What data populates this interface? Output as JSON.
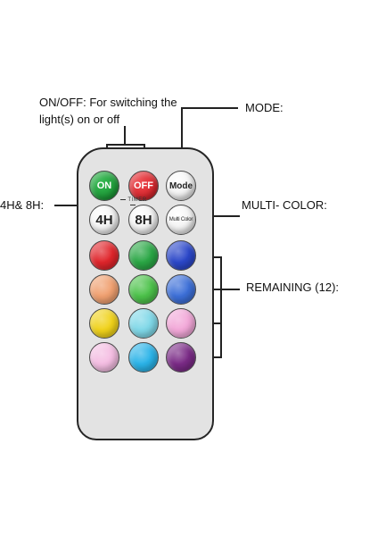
{
  "callouts": {
    "onoff": "ON/OFF: For switching the light(s) on or off",
    "mode": "MODE:",
    "timer": "4H& 8H:",
    "multi_color": "MULTI- COLOR:",
    "remaining": "REMAINING (12):"
  },
  "buttons": {
    "on": "ON",
    "off": "OFF",
    "mode": "Mode",
    "timer_4h": "4H",
    "timer_8h": "8H",
    "multi_color": "Multi Color",
    "timer_group": "TIMER"
  },
  "colors": {
    "on": "#1f9d3a",
    "off": "#d9282f",
    "color_buttons": [
      "#e0252b",
      "#2aa745",
      "#2b47c9",
      "#f0a070",
      "#4cc24a",
      "#3c6fd8",
      "#f0d21a",
      "#7fd8e8",
      "#f2a7d8",
      "#f4bde2",
      "#2ab3e8",
      "#7a2a86"
    ]
  }
}
